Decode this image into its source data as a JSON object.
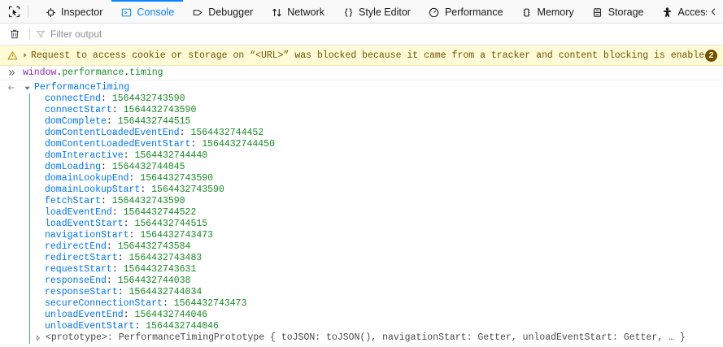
{
  "toolbar": {
    "picker_icon": "element-picker-icon",
    "tabs": [
      {
        "label": "Inspector",
        "icon": "inspector-icon",
        "selected": false
      },
      {
        "label": "Console",
        "icon": "console-icon",
        "selected": true
      },
      {
        "label": "Debugger",
        "icon": "debugger-icon",
        "selected": false
      },
      {
        "label": "Network",
        "icon": "network-icon",
        "selected": false
      },
      {
        "label": "Style Editor",
        "icon": "style-editor-icon",
        "selected": false
      },
      {
        "label": "Performance",
        "icon": "performance-icon",
        "selected": false
      },
      {
        "label": "Memory",
        "icon": "memory-icon",
        "selected": false
      },
      {
        "label": "Storage",
        "icon": "storage-icon",
        "selected": false
      },
      {
        "label": "Accessibility",
        "icon": "accessibility-icon",
        "selected": false
      }
    ],
    "overflow_icon": "chevron-left-icon",
    "accent_color": "#0a84ff"
  },
  "filterbar": {
    "clear_icon": "trash-icon",
    "filter_icon": "funnel-icon",
    "filter_placeholder": "Filter output",
    "filter_value": ""
  },
  "warning": {
    "icon": "warning-triangle-icon",
    "expander": "triangle-right-icon",
    "text": "Request to access cookie or storage on “<URL>” was blocked because it came from a tracker and content blocking is enabled.",
    "count": "2",
    "bg_color": "#fffbd6",
    "text_color": "#715100"
  },
  "console": {
    "input_marker": "≫",
    "input_expression": {
      "obj": "window",
      "dot1": ".",
      "prop1": "performance",
      "dot2": ".",
      "prop2": "timing"
    },
    "result_marker": "←",
    "result_object": "PerformanceTiming",
    "properties": [
      {
        "name": "connectEnd",
        "value": "1564432743590"
      },
      {
        "name": "connectStart",
        "value": "1564432743590"
      },
      {
        "name": "domComplete",
        "value": "1564432744515"
      },
      {
        "name": "domContentLoadedEventEnd",
        "value": "1564432744452"
      },
      {
        "name": "domContentLoadedEventStart",
        "value": "1564432744450"
      },
      {
        "name": "domInteractive",
        "value": "1564432744440"
      },
      {
        "name": "domLoading",
        "value": "1564432744045"
      },
      {
        "name": "domainLookupEnd",
        "value": "1564432743590"
      },
      {
        "name": "domainLookupStart",
        "value": "1564432743590"
      },
      {
        "name": "fetchStart",
        "value": "1564432743590"
      },
      {
        "name": "loadEventEnd",
        "value": "1564432744522"
      },
      {
        "name": "loadEventStart",
        "value": "1564432744515"
      },
      {
        "name": "navigationStart",
        "value": "1564432743473"
      },
      {
        "name": "redirectEnd",
        "value": "1564432743584"
      },
      {
        "name": "redirectStart",
        "value": "1564432743483"
      },
      {
        "name": "requestStart",
        "value": "1564432743631"
      },
      {
        "name": "responseEnd",
        "value": "1564432744038"
      },
      {
        "name": "responseStart",
        "value": "1564432744034"
      },
      {
        "name": "secureConnectionStart",
        "value": "1564432743473"
      },
      {
        "name": "unloadEventEnd",
        "value": "1564432744046"
      },
      {
        "name": "unloadEventStart",
        "value": "1564432744046"
      }
    ],
    "prototype_row": "<prototype>: PerformanceTimingPrototype { toJSON: toJSON(), navigationStart: Getter, unloadEventStart: Getter, … }",
    "colors": {
      "object": "#0074e8",
      "property": "#0074e8",
      "number": "#1a8b28",
      "variable": "#8d25b8"
    }
  }
}
